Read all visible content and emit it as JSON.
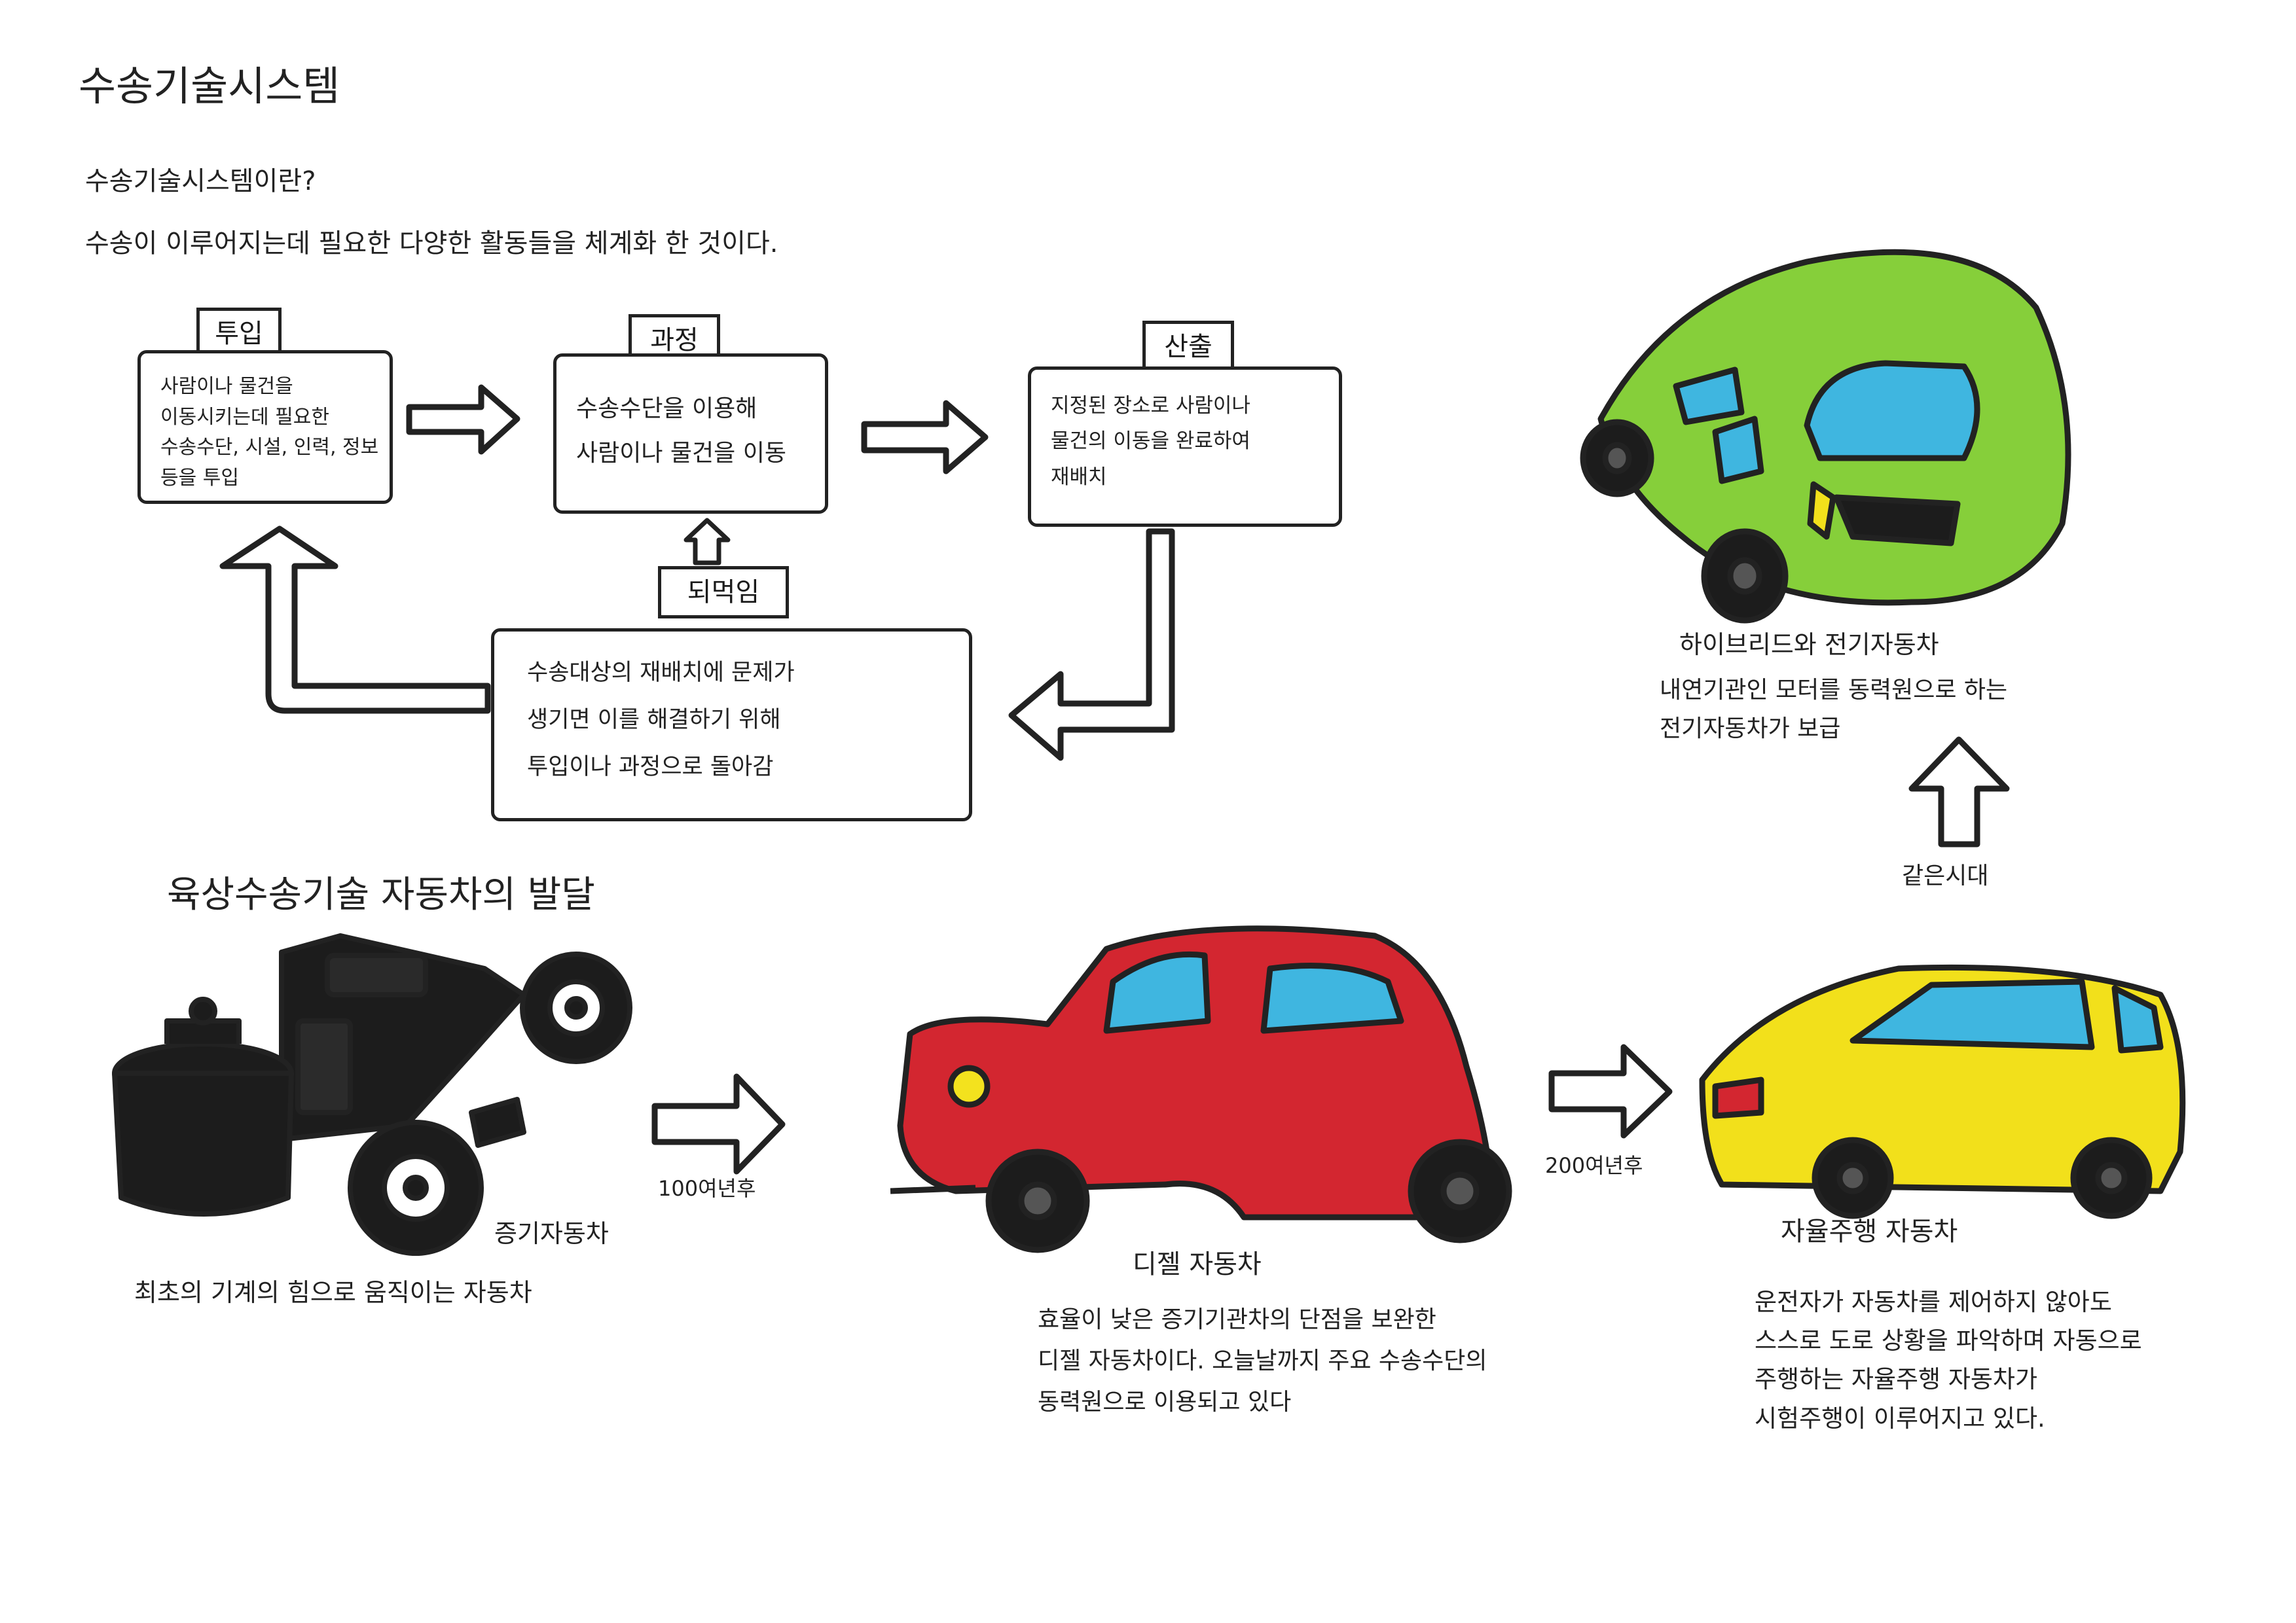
{
  "title": "수송기술시스템",
  "question": "수송기술시스템이란?",
  "definition": "수송이 이루어지는데 필요한 다양한 활동들을 체계화 한 것이다.",
  "flow": {
    "input": {
      "tag": "투입",
      "text": "사람이나 물건을\n이동시키는데 필요한\n수송수단, 시설, 인력, 정보\n등을 투입"
    },
    "process": {
      "tag": "과정",
      "text": "수송수단을 이용해\n사람이나 물건을 이동"
    },
    "output": {
      "tag": "산출",
      "text": "지정된 장소로 사람이나\n물건의 이동을 완료하여\n재배치"
    },
    "feedback": {
      "tag": "되먹임",
      "text": "수송대상의 재배치에 문제가\n생기면 이를 해결하기 위해\n투입이나 과정으로 돌아감"
    }
  },
  "section2_title": "육상수송기술 자동차의 발달",
  "cars": {
    "steam": {
      "name": "증기자동차",
      "desc": "최초의 기계의 힘으로 움직이는 자동차"
    },
    "diesel": {
      "name": "디젤 자동차",
      "desc": "효율이 낮은 증기기관차의 단점을 보완한\n디젤 자동차이다. 오늘날까지 주요 수송수단의\n동력원으로 이용되고 있다"
    },
    "autonomous": {
      "name": "자율주행 자동차",
      "desc": "운전자가 자동차를 제어하지 않아도\n스스로 도로 상황을 파악하며 자동으로\n주행하는 자율주행 자동차가\n시험주행이 이루어지고 있다."
    },
    "hybrid": {
      "name": "하이브리드와 전기자동차",
      "desc": "내연기관인 모터를 동력원으로 하는\n전기자동차가 보급"
    }
  },
  "arrows": {
    "gap1": "100여년후",
    "gap2": "200여년후",
    "same_era": "같은시대"
  },
  "colors": {
    "steam_body": "#1c1c1c",
    "diesel_body": "#d32630",
    "autonomous_body": "#f2e01b",
    "hybrid_body": "#86cf3a",
    "window": "#3fb6e0",
    "ink": "#222222"
  }
}
